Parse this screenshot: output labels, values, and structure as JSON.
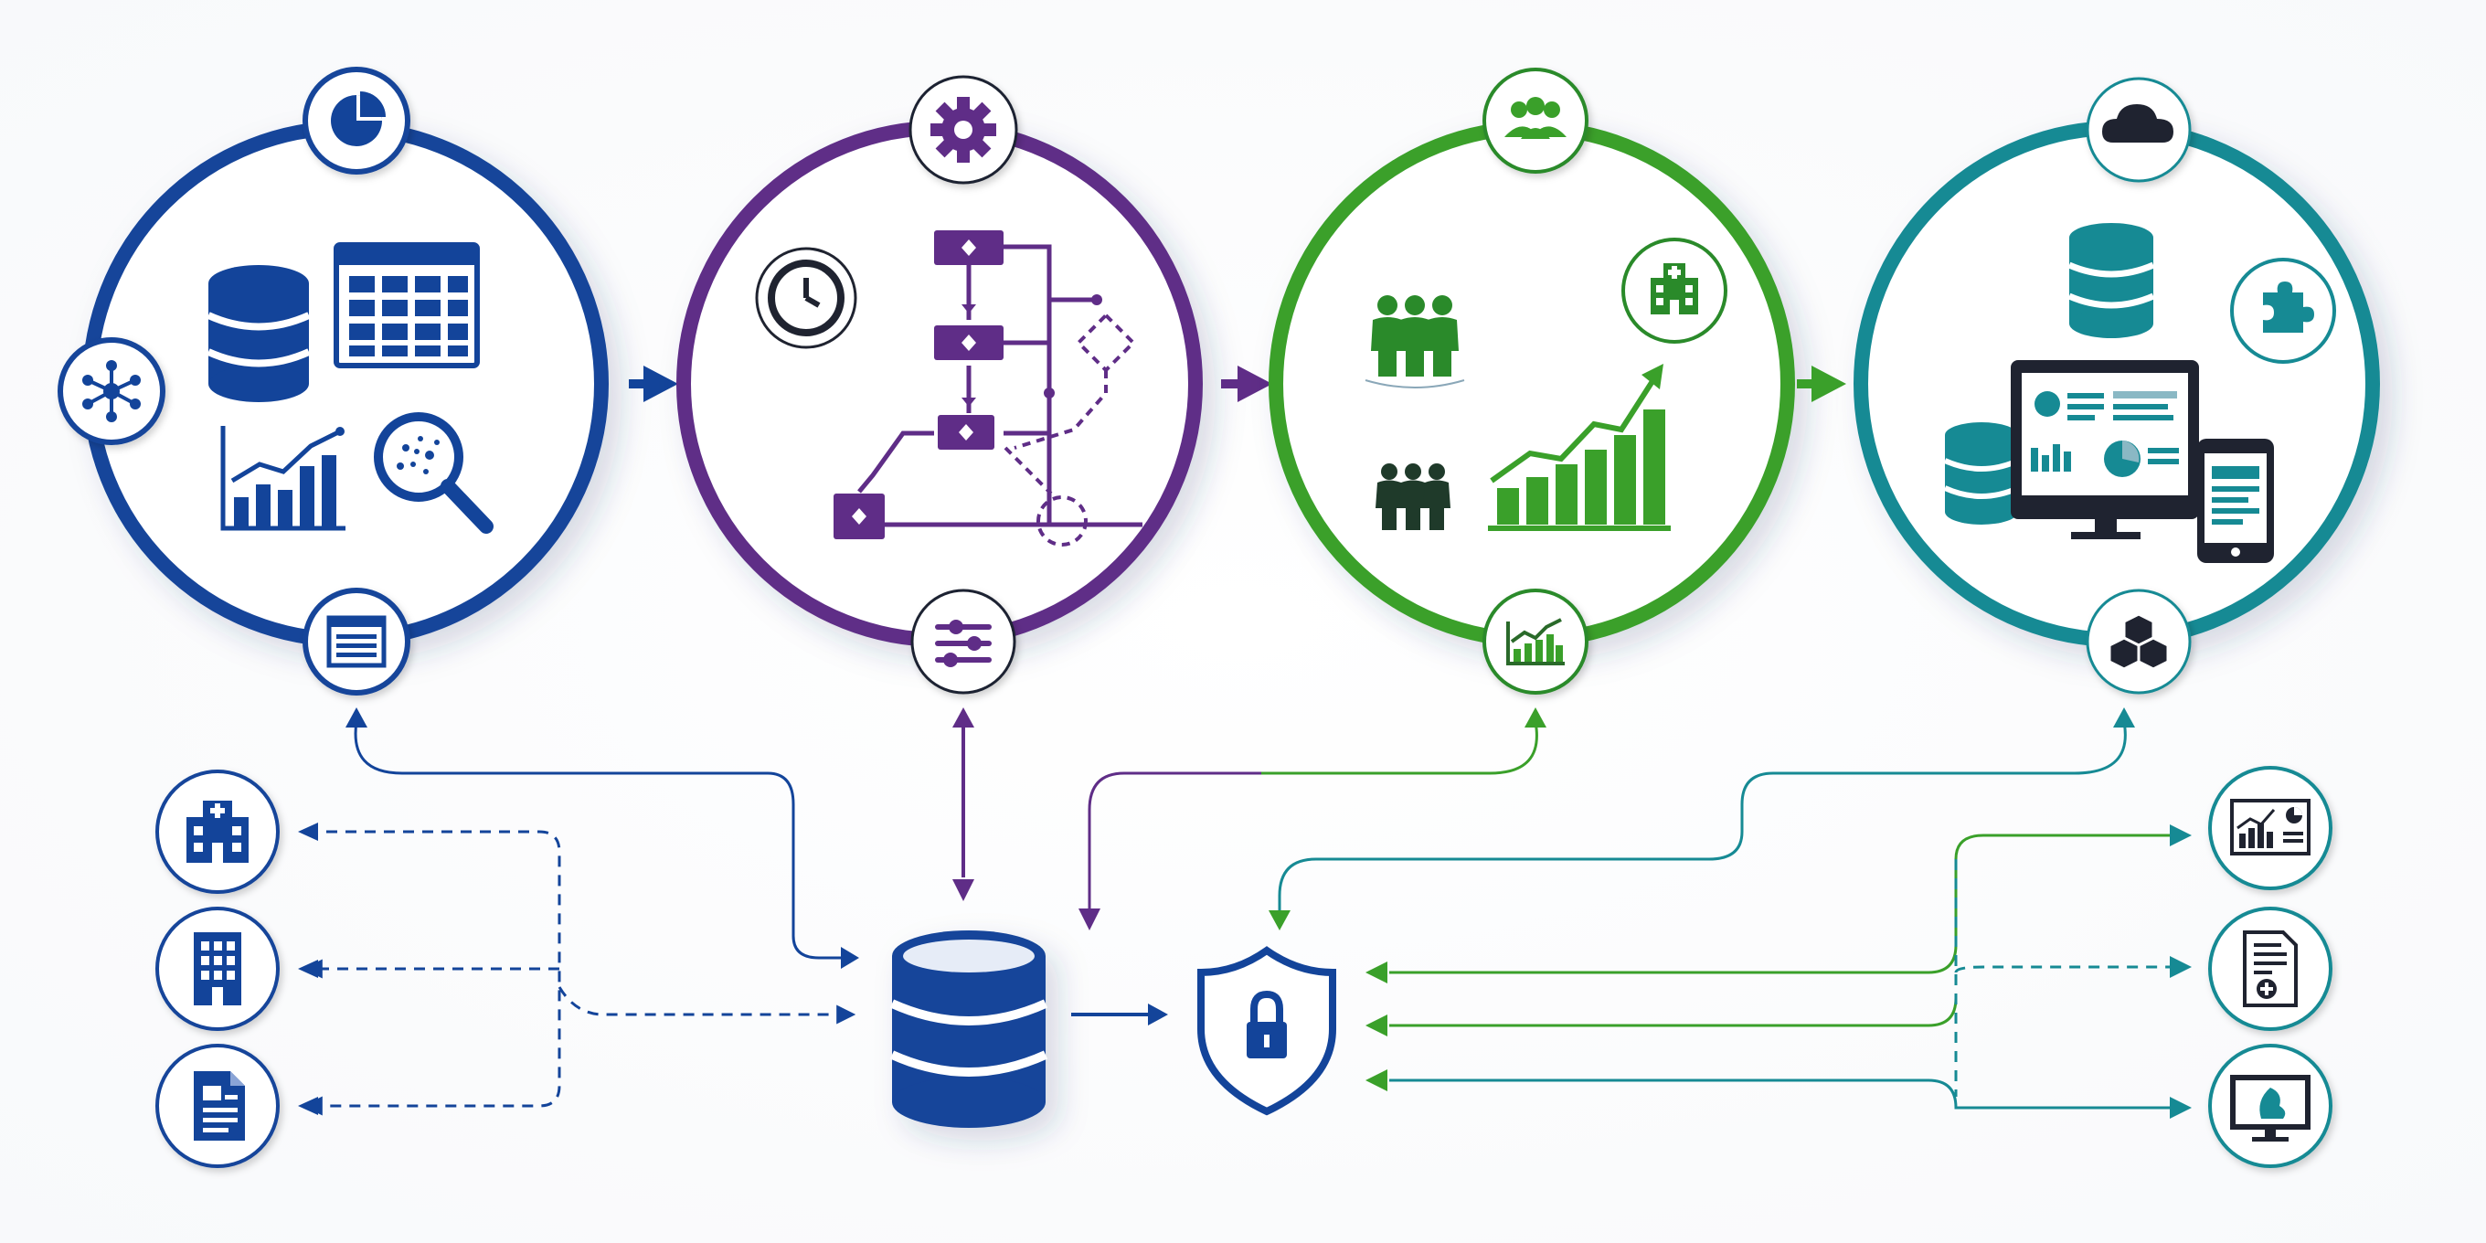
{
  "diagram": {
    "colors": {
      "blue": "#13449a",
      "purple": "#5f2d87",
      "green": "#3aa02a",
      "teal": "#168a94",
      "dark": "#1f2330",
      "white": "#ffffff"
    },
    "stages": [
      {
        "name": "data-collection-stage",
        "color": "blue",
        "badge_icons": [
          "pie-chart-icon",
          "network-hub-icon",
          "form-list-icon"
        ],
        "content_icons": [
          "database-icon",
          "spreadsheet-grid-icon",
          "bar-chart-trend-icon",
          "magnifier-analysis-icon"
        ]
      },
      {
        "name": "processing-stage",
        "color": "purple",
        "badge_icons": [
          "gear-icon",
          "sliders-icon"
        ],
        "content_icons": [
          "clock-icon",
          "flowchart-icon"
        ]
      },
      {
        "name": "stakeholder-stage",
        "color": "green",
        "badge_icons": [
          "people-group-icon",
          "line-chart-icon"
        ],
        "content_icons": [
          "hospital-icon",
          "people-group-icon",
          "people-group-icon",
          "growth-bar-chart-icon"
        ]
      },
      {
        "name": "delivery-stage",
        "color": "teal",
        "badge_icons": [
          "cloud-icon",
          "cubes-icon"
        ],
        "content_icons": [
          "database-icon",
          "puzzle-icon",
          "database-icon",
          "monitor-dashboard-icon",
          "tablet-icon"
        ]
      }
    ],
    "sources": [
      "hospital-icon",
      "office-building-icon",
      "document-icon"
    ],
    "hub": [
      "central-database-icon",
      "security-shield-lock-icon"
    ],
    "outputs": [
      "report-chart-icon",
      "medical-document-icon",
      "monitor-dashboard-icon"
    ]
  }
}
